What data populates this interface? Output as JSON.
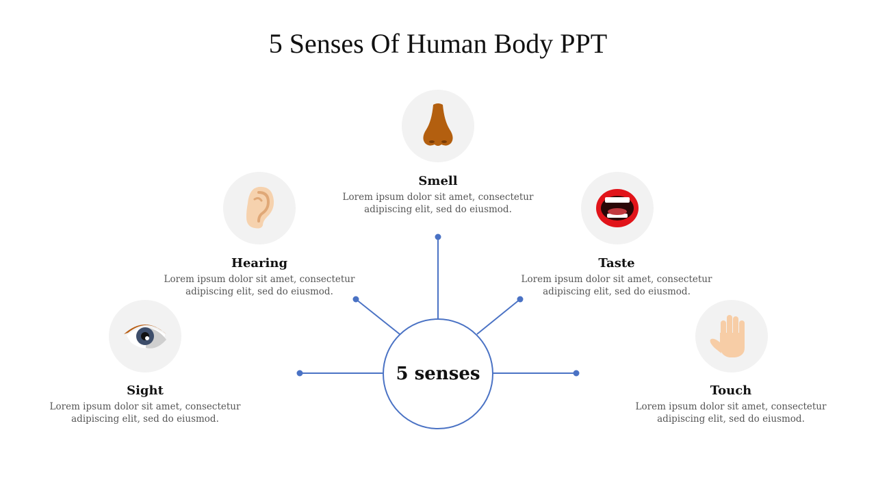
{
  "title": "5 Senses Of Human Body PPT",
  "hub": {
    "label": "5 senses"
  },
  "colors": {
    "accent": "#4a72c4",
    "icon_bg": "#f2f2f2",
    "text_dark": "#111111",
    "text_muted": "#555555"
  },
  "senses": [
    {
      "name": "Sight",
      "icon": "eye-icon",
      "description": "Lorem ipsum dolor sit amet, consectetur adipiscing elit, sed do eiusmod."
    },
    {
      "name": "Hearing",
      "icon": "ear-icon",
      "description": "Lorem ipsum dolor sit amet, consectetur adipiscing elit, sed do eiusmod."
    },
    {
      "name": "Smell",
      "icon": "nose-icon",
      "description": "Lorem ipsum dolor sit amet, consectetur adipiscing elit, sed do eiusmod."
    },
    {
      "name": "Taste",
      "icon": "mouth-icon",
      "description": "Lorem ipsum dolor sit amet, consectetur adipiscing elit, sed do eiusmod."
    },
    {
      "name": "Touch",
      "icon": "hand-icon",
      "description": "Lorem ipsum dolor sit amet, consectetur adipiscing elit, sed do eiusmod."
    }
  ]
}
